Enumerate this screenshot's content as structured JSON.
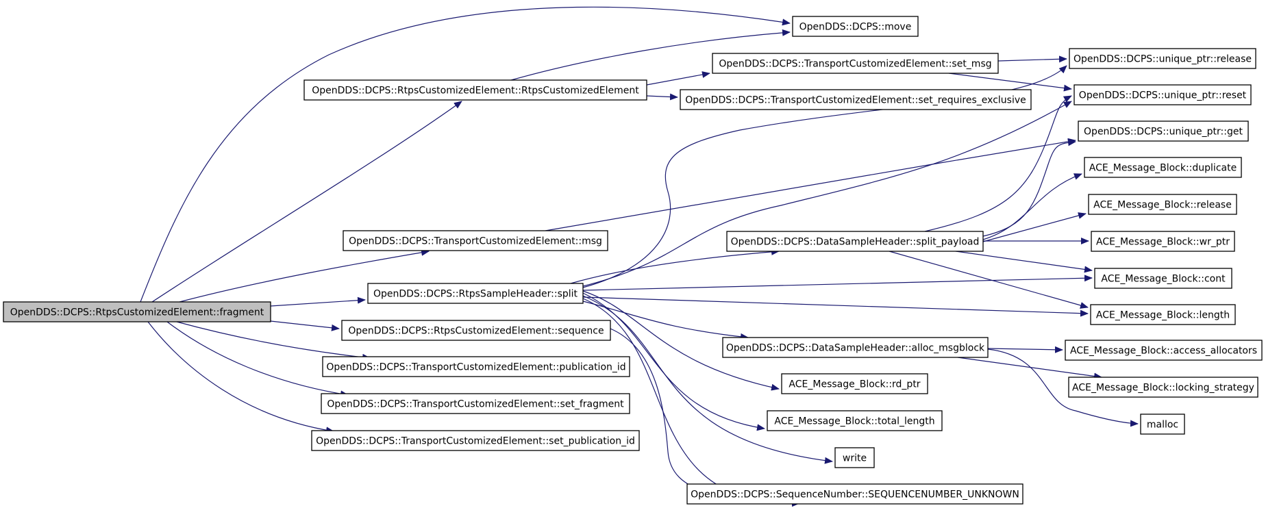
{
  "graph": {
    "type": "call-graph",
    "edge_color": "#191970",
    "root_fill": "#bfbfbf",
    "nodes": [
      {
        "id": "fragment",
        "label": "OpenDDS::DCPS::RtpsCustomizedElement::fragment",
        "root": true
      },
      {
        "id": "ctor",
        "label": "OpenDDS::DCPS::RtpsCustomizedElement::RtpsCustomizedElement"
      },
      {
        "id": "tce_msg",
        "label": "OpenDDS::DCPS::TransportCustomizedElement::msg"
      },
      {
        "id": "rsh_split",
        "label": "OpenDDS::DCPS::RtpsSampleHeader::split"
      },
      {
        "id": "rce_sequence",
        "label": "OpenDDS::DCPS::RtpsCustomizedElement::sequence"
      },
      {
        "id": "tce_pubid",
        "label": "OpenDDS::DCPS::TransportCustomizedElement::publication_id"
      },
      {
        "id": "tce_set_fragment",
        "label": "OpenDDS::DCPS::TransportCustomizedElement::set_fragment"
      },
      {
        "id": "tce_set_pubid",
        "label": "OpenDDS::DCPS::TransportCustomizedElement::set_publication_id"
      },
      {
        "id": "move",
        "label": "OpenDDS::DCPS::move"
      },
      {
        "id": "tce_set_msg",
        "label": "OpenDDS::DCPS::TransportCustomizedElement::set_msg"
      },
      {
        "id": "tce_set_req_excl",
        "label": "OpenDDS::DCPS::TransportCustomizedElement::set_requires_exclusive"
      },
      {
        "id": "dsh_split_payload",
        "label": "OpenDDS::DCPS::DataSampleHeader::split_payload"
      },
      {
        "id": "dsh_alloc",
        "label": "OpenDDS::DCPS::DataSampleHeader::alloc_msgblock"
      },
      {
        "id": "amb_rd_ptr",
        "label": "ACE_Message_Block::rd_ptr"
      },
      {
        "id": "amb_total_length",
        "label": "ACE_Message_Block::total_length"
      },
      {
        "id": "write",
        "label": "write"
      },
      {
        "id": "seq_unknown",
        "label": "OpenDDS::DCPS::SequenceNumber::SEQUENCENUMBER_UNKNOWN"
      },
      {
        "id": "up_release",
        "label": "OpenDDS::DCPS::unique_ptr::release"
      },
      {
        "id": "up_reset",
        "label": "OpenDDS::DCPS::unique_ptr::reset"
      },
      {
        "id": "up_get",
        "label": "OpenDDS::DCPS::unique_ptr::get"
      },
      {
        "id": "amb_duplicate",
        "label": "ACE_Message_Block::duplicate"
      },
      {
        "id": "amb_release",
        "label": "ACE_Message_Block::release"
      },
      {
        "id": "amb_wr_ptr",
        "label": "ACE_Message_Block::wr_ptr"
      },
      {
        "id": "amb_cont",
        "label": "ACE_Message_Block::cont"
      },
      {
        "id": "amb_length",
        "label": "ACE_Message_Block::length"
      },
      {
        "id": "amb_access_alloc",
        "label": "ACE_Message_Block::access_allocators"
      },
      {
        "id": "amb_locking",
        "label": "ACE_Message_Block::locking_strategy"
      },
      {
        "id": "malloc",
        "label": "malloc"
      }
    ],
    "edges": [
      {
        "from": "fragment",
        "to": "move"
      },
      {
        "from": "fragment",
        "to": "ctor"
      },
      {
        "from": "fragment",
        "to": "tce_msg"
      },
      {
        "from": "fragment",
        "to": "rsh_split"
      },
      {
        "from": "fragment",
        "to": "rce_sequence"
      },
      {
        "from": "fragment",
        "to": "tce_pubid"
      },
      {
        "from": "fragment",
        "to": "tce_set_fragment"
      },
      {
        "from": "fragment",
        "to": "tce_set_pubid"
      },
      {
        "from": "ctor",
        "to": "move"
      },
      {
        "from": "ctor",
        "to": "tce_set_msg"
      },
      {
        "from": "ctor",
        "to": "tce_set_req_excl"
      },
      {
        "from": "tce_set_msg",
        "to": "up_release"
      },
      {
        "from": "tce_set_msg",
        "to": "up_reset"
      },
      {
        "from": "tce_msg",
        "to": "up_get"
      },
      {
        "from": "rsh_split",
        "to": "up_release"
      },
      {
        "from": "rsh_split",
        "to": "up_reset"
      },
      {
        "from": "rsh_split",
        "to": "dsh_split_payload"
      },
      {
        "from": "rsh_split",
        "to": "amb_cont"
      },
      {
        "from": "rsh_split",
        "to": "amb_length"
      },
      {
        "from": "rsh_split",
        "to": "dsh_alloc"
      },
      {
        "from": "rsh_split",
        "to": "amb_rd_ptr"
      },
      {
        "from": "rsh_split",
        "to": "amb_total_length"
      },
      {
        "from": "rsh_split",
        "to": "write"
      },
      {
        "from": "rsh_split",
        "to": "seq_unknown"
      },
      {
        "from": "rce_sequence",
        "to": "seq_unknown"
      },
      {
        "from": "dsh_split_payload",
        "to": "up_reset"
      },
      {
        "from": "dsh_split_payload",
        "to": "up_get"
      },
      {
        "from": "dsh_split_payload",
        "to": "amb_duplicate"
      },
      {
        "from": "dsh_split_payload",
        "to": "amb_release"
      },
      {
        "from": "dsh_split_payload",
        "to": "amb_wr_ptr"
      },
      {
        "from": "dsh_split_payload",
        "to": "amb_cont"
      },
      {
        "from": "dsh_split_payload",
        "to": "amb_length"
      },
      {
        "from": "dsh_alloc",
        "to": "amb_access_alloc"
      },
      {
        "from": "dsh_alloc",
        "to": "amb_locking"
      },
      {
        "from": "dsh_alloc",
        "to": "malloc"
      }
    ]
  }
}
